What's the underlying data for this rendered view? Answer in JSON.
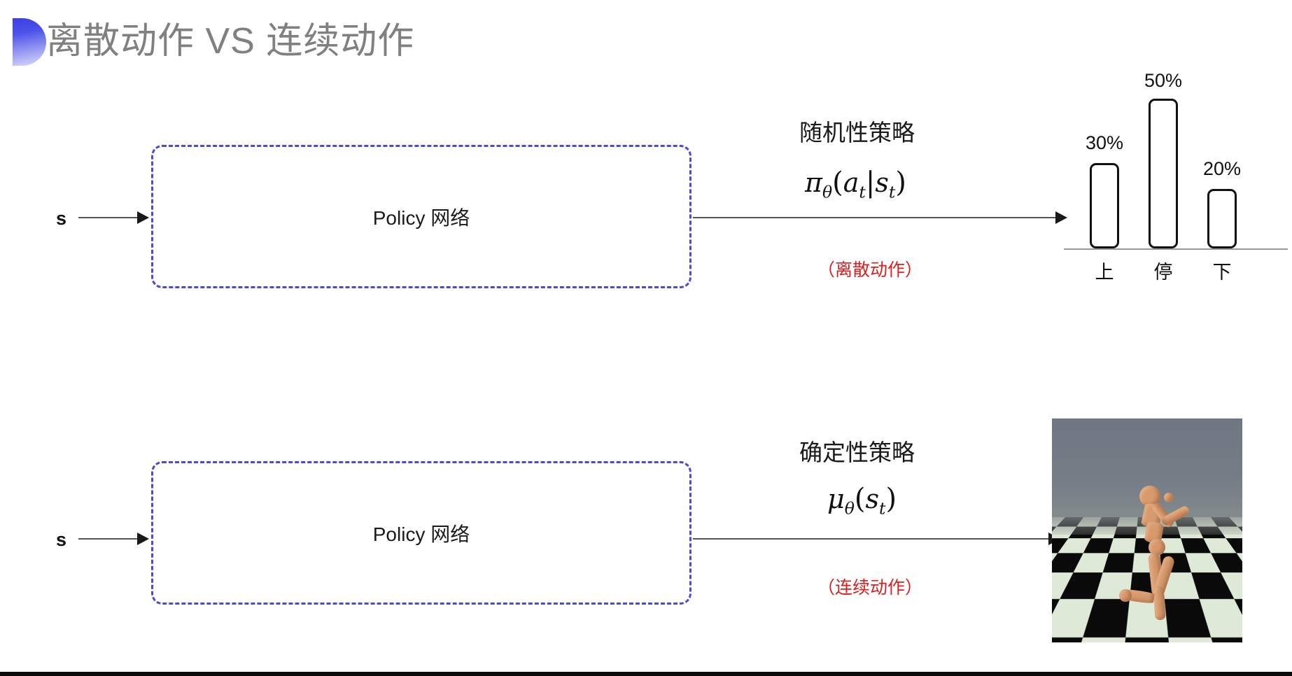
{
  "slide": {
    "title": "离散动作 VS 连续动作",
    "bullet_color": "#4d52ea",
    "title_color": "#808080",
    "background": "#ffffff"
  },
  "rows": [
    {
      "id": "discrete",
      "input_label": "s",
      "box_label": "Policy 网络",
      "box_border_color": "#4a4ad6",
      "policy_kind": "随机性策略",
      "formula_parts": {
        "func": "π",
        "param": "θ",
        "open": "(",
        "arg": "a",
        "arg_sub": "t",
        "bar": "|",
        "cond": "s",
        "cond_sub": "t",
        "close": ")"
      },
      "action_tag": "（离散动作）",
      "action_tag_color": "#d62020",
      "output_type": "bar-chart"
    },
    {
      "id": "continuous",
      "input_label": "s",
      "box_label": "Policy 网络",
      "box_border_color": "#4a4ad6",
      "policy_kind": "确定性策略",
      "formula_parts": {
        "func": "μ",
        "param": "θ",
        "open": "(",
        "arg": "s",
        "arg_sub": "t",
        "bar": "",
        "cond": "",
        "cond_sub": "",
        "close": ")"
      },
      "action_tag": "（连续动作）",
      "action_tag_color": "#d62020",
      "output_type": "humanoid-simulation"
    }
  ],
  "chart_data": {
    "type": "bar",
    "title": "",
    "categories": [
      "上",
      "停",
      "下"
    ],
    "values": [
      30,
      50,
      20
    ],
    "value_labels": [
      "30%",
      "50%",
      "20%"
    ],
    "xlabel": "",
    "ylabel": "",
    "ylim": [
      0,
      60
    ],
    "grid": false,
    "legend": "none",
    "bar_fill": "#ffffff",
    "bar_stroke": "#111111",
    "axis_color": "#999999"
  },
  "simulation": {
    "name": "humanoid-simulation",
    "sky_color": "#6e7782",
    "floor_light": "#dfe9d8",
    "floor_dark": "#0a0a0a",
    "body_color": "#d89a6d"
  }
}
